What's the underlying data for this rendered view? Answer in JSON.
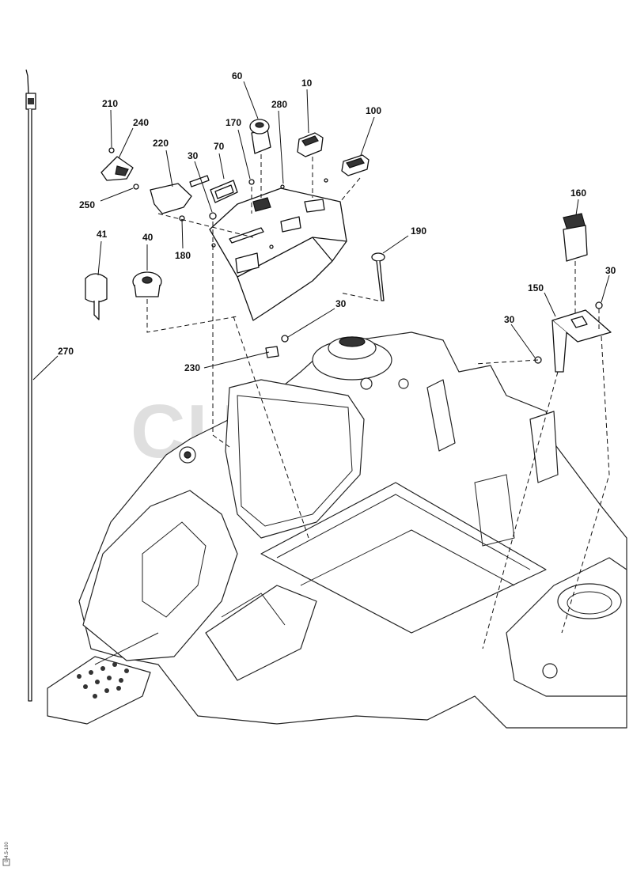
{
  "watermark": "CUTLER'S",
  "callouts": {
    "c10": "10",
    "c30a": "30",
    "c30b": "30",
    "c30c": "30",
    "c30d": "30",
    "c40": "40",
    "c41": "41",
    "c60": "60",
    "c70": "70",
    "c100": "100",
    "c150": "150",
    "c160": "160",
    "c170": "170",
    "c180": "180",
    "c190": "190",
    "c210": "210",
    "c220": "220",
    "c230": "230",
    "c240": "240",
    "c250": "250",
    "c270": "270",
    "c280": "280"
  },
  "side_note": "0-4.5-100"
}
